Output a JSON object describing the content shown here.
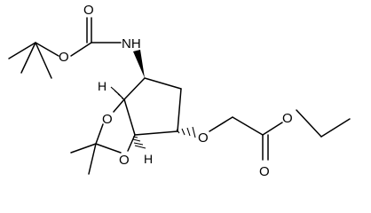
{
  "atoms": {
    "carbonyl_o_boc": "O",
    "ester_o_boc": "O",
    "amine_n": "NH",
    "dioxolane_o_top": "O",
    "dioxolane_o_bottom": "O",
    "ether_o": "O",
    "ester_o_ethyl": "O",
    "carbonyl_o_ester": "O",
    "stereo_h_top": "H",
    "stereo_h_bottom": "H"
  }
}
